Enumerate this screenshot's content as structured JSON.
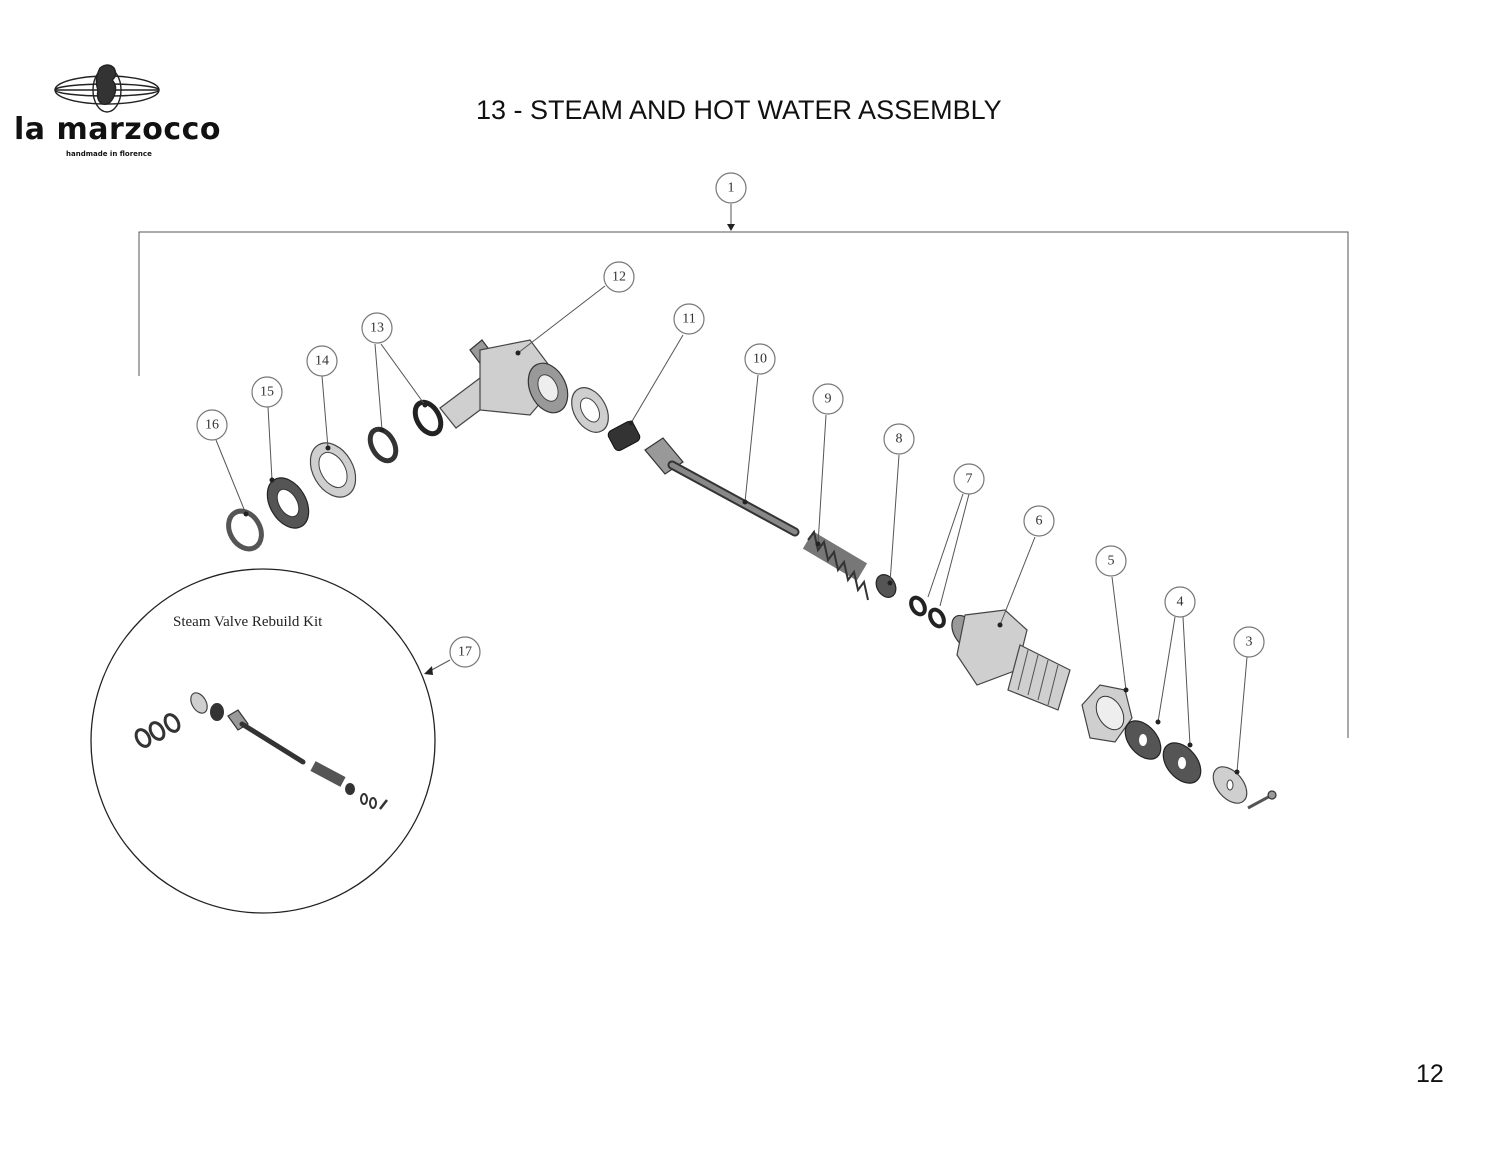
{
  "brand": {
    "name": "la marzocco",
    "tagline": "handmade in florence"
  },
  "title": "13 - STEAM AND HOT WATER ASSEMBLY",
  "page_number": "12",
  "kit_label": "Steam Valve Rebuild Kit",
  "callouts": [
    "1",
    "3",
    "4",
    "5",
    "6",
    "7",
    "8",
    "9",
    "10",
    "11",
    "12",
    "13",
    "14",
    "15",
    "16",
    "17"
  ],
  "colors": {
    "ink": "#111111",
    "part_dark": "#555555",
    "part_mid": "#999999",
    "part_light": "#cfcfcf"
  }
}
